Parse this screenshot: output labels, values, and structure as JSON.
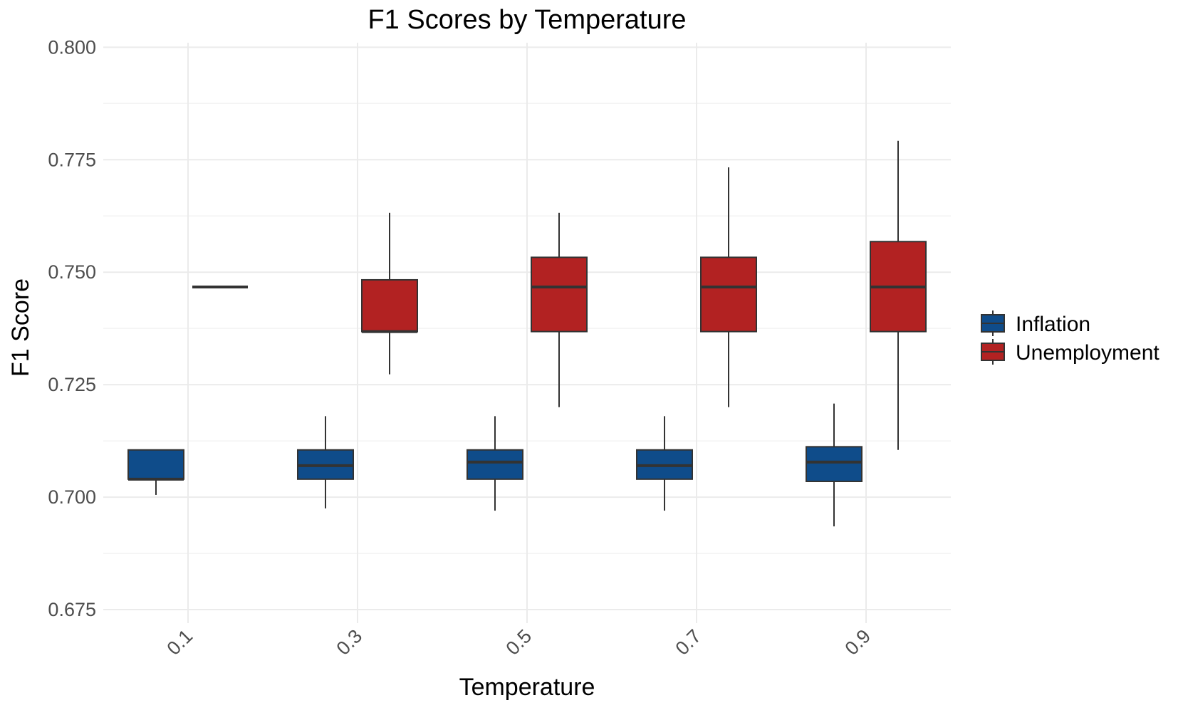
{
  "chart_data": {
    "type": "boxplot",
    "title": "F1 Scores by Temperature",
    "xlabel": "Temperature",
    "ylabel": "F1 Score",
    "categories": [
      "0.1",
      "0.3",
      "0.5",
      "0.7",
      "0.9"
    ],
    "ylim": [
      0.672,
      0.801
    ],
    "yticks": [
      "0.675",
      "0.700",
      "0.725",
      "0.750",
      "0.775",
      "0.800"
    ],
    "grid": true,
    "legend_position": "right",
    "series": [
      {
        "name": "Inflation",
        "color": "#0f4c8a",
        "boxes": [
          {
            "category": "0.1",
            "min": 0.7005,
            "q1": 0.704,
            "median": 0.704,
            "q3": 0.7105,
            "max": 0.7105
          },
          {
            "category": "0.3",
            "min": 0.6975,
            "q1": 0.704,
            "median": 0.707,
            "q3": 0.7105,
            "max": 0.718
          },
          {
            "category": "0.5",
            "min": 0.697,
            "q1": 0.704,
            "median": 0.7078,
            "q3": 0.7105,
            "max": 0.718
          },
          {
            "category": "0.7",
            "min": 0.697,
            "q1": 0.704,
            "median": 0.707,
            "q3": 0.7105,
            "max": 0.718
          },
          {
            "category": "0.9",
            "min": 0.6935,
            "q1": 0.7035,
            "median": 0.7078,
            "q3": 0.7112,
            "max": 0.7208
          }
        ]
      },
      {
        "name": "Unemployment",
        "color": "#b22222",
        "boxes": [
          {
            "category": "0.1",
            "min": 0.7467,
            "q1": 0.7467,
            "median": 0.7467,
            "q3": 0.7467,
            "max": 0.7467
          },
          {
            "category": "0.3",
            "min": 0.7273,
            "q1": 0.7368,
            "median": 0.7368,
            "q3": 0.7483,
            "max": 0.7632
          },
          {
            "category": "0.5",
            "min": 0.72,
            "q1": 0.7368,
            "median": 0.7467,
            "q3": 0.7533,
            "max": 0.7632
          },
          {
            "category": "0.7",
            "min": 0.72,
            "q1": 0.7368,
            "median": 0.7467,
            "q3": 0.7533,
            "max": 0.7733
          },
          {
            "category": "0.9",
            "min": 0.7105,
            "q1": 0.7368,
            "median": 0.7467,
            "q3": 0.7568,
            "max": 0.7792
          }
        ]
      }
    ]
  }
}
